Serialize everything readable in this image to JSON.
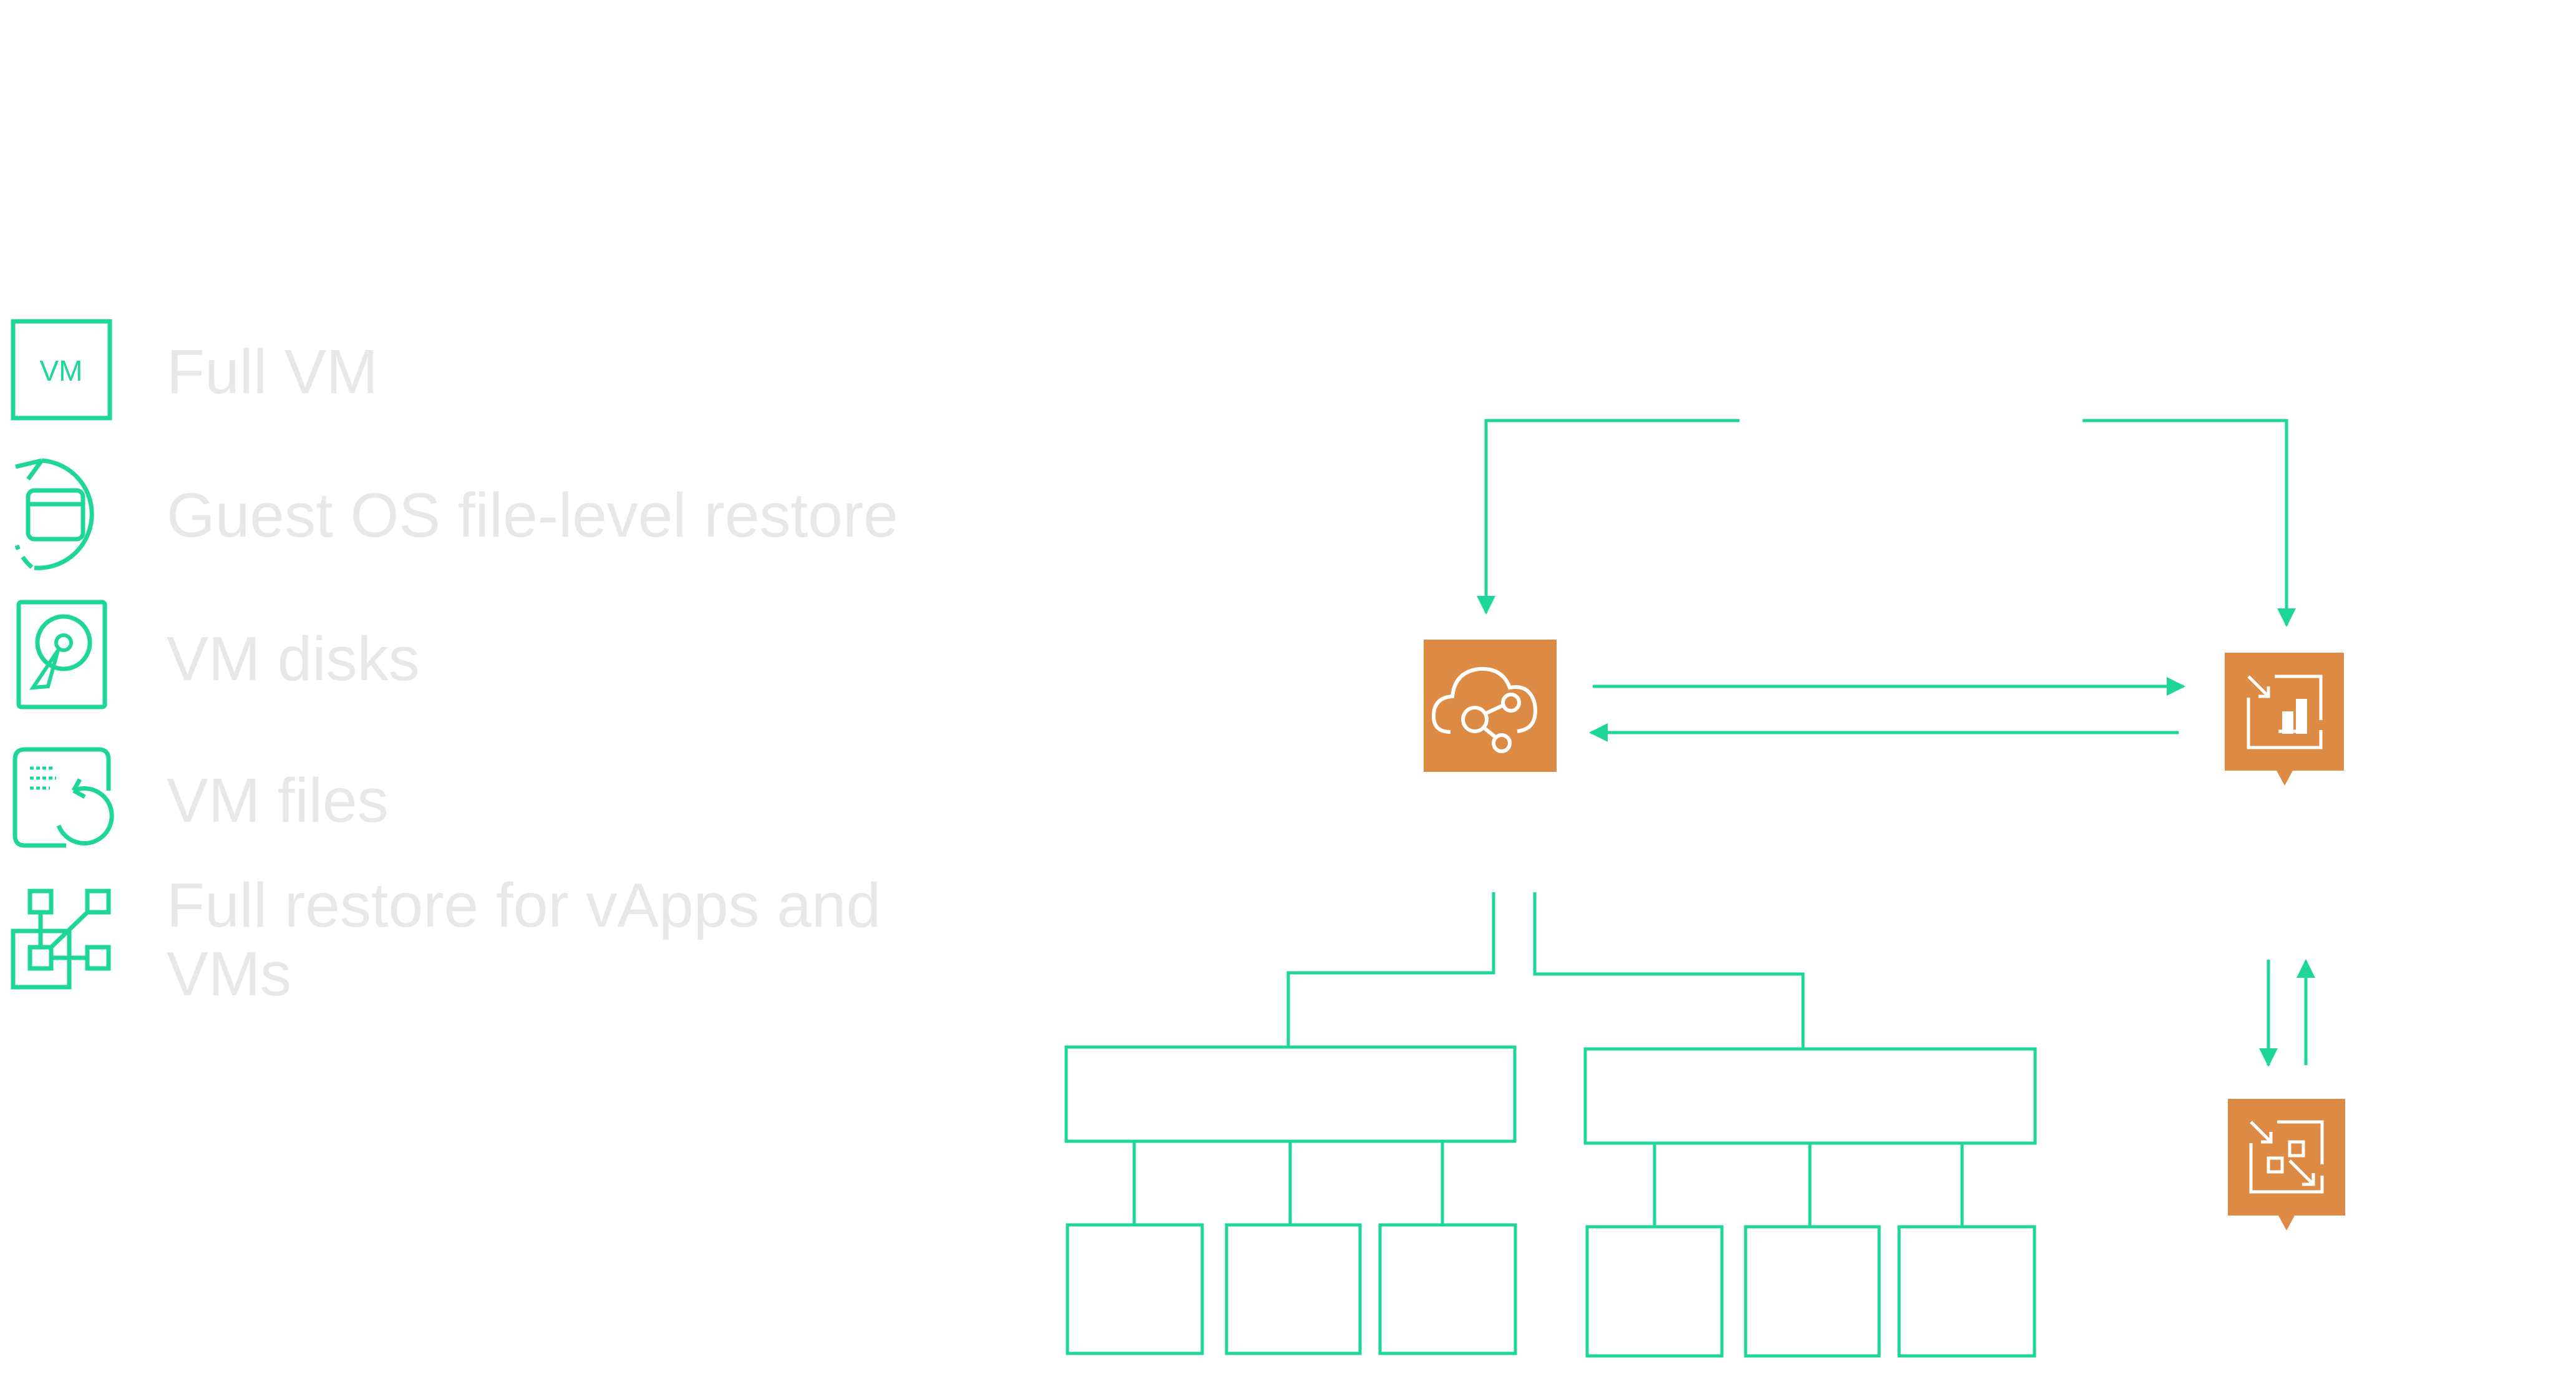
{
  "colors": {
    "accent": "#1ed69a",
    "orange": "#dd8a44",
    "label": "#e8e8e8",
    "background": "#ffffff"
  },
  "legend": {
    "items": [
      {
        "icon": "vm-icon",
        "label": "Full VM",
        "icon_text": "VM"
      },
      {
        "icon": "guest-file-restore-icon",
        "label": "Guest OS file-level restore"
      },
      {
        "icon": "vm-disk-icon",
        "label": "VM disks"
      },
      {
        "icon": "vm-files-icon",
        "label": "VM files"
      },
      {
        "icon": "vapp-hierarchy-icon",
        "label_lines": [
          "Full restore for vApps and",
          "VMs"
        ]
      }
    ]
  },
  "diagram": {
    "nodes": {
      "cloud_director": {
        "icon": "cloud-share-icon"
      },
      "backup_repository": {
        "icon": "repository-icon"
      },
      "secondary_repository": {
        "icon": "repository-icon"
      }
    }
  }
}
